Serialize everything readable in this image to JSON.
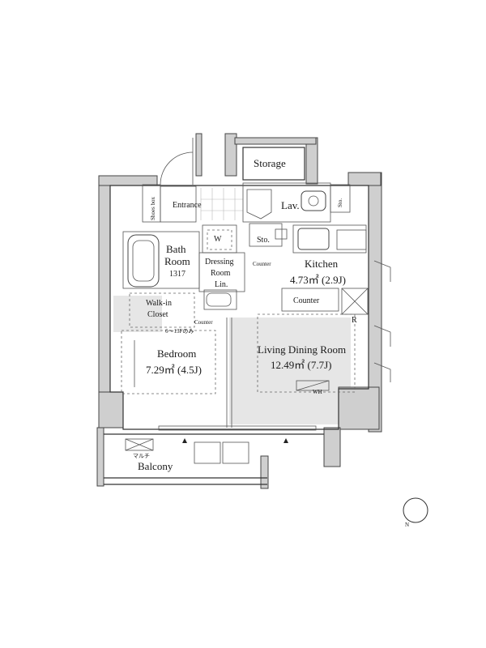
{
  "rooms": {
    "storage": "Storage",
    "shoes_box": "Shoes box",
    "entrance": "Entrance",
    "lav": "Lav.",
    "sto_top": "Sto.",
    "w": "W",
    "sto": "Sto.",
    "bath_room": "Bath",
    "bath_room2": "Room",
    "bath_size": "1317",
    "dressing_room": "Dressing",
    "dressing_room2": "Room",
    "dressing_lin": "Lin.",
    "counter_upper": "Counter",
    "kitchen": "Kitchen",
    "kitchen_size": "4.73㎡ (2.9J)",
    "counter_kitchen": "Counter",
    "r": "R",
    "walk_in": "Walk-in",
    "closet": "Closet",
    "counter_bed": "Counter",
    "floor_note": "6～13Fのみ",
    "bedroom": "Bedroom",
    "bedroom_size": "7.29㎡ (4.5J)",
    "living": "Living Dining Room",
    "living_size": "12.49㎡ (7.7J)",
    "wh": "WH",
    "multi": "マルチ",
    "balcony": "Balcony",
    "north": "N"
  }
}
